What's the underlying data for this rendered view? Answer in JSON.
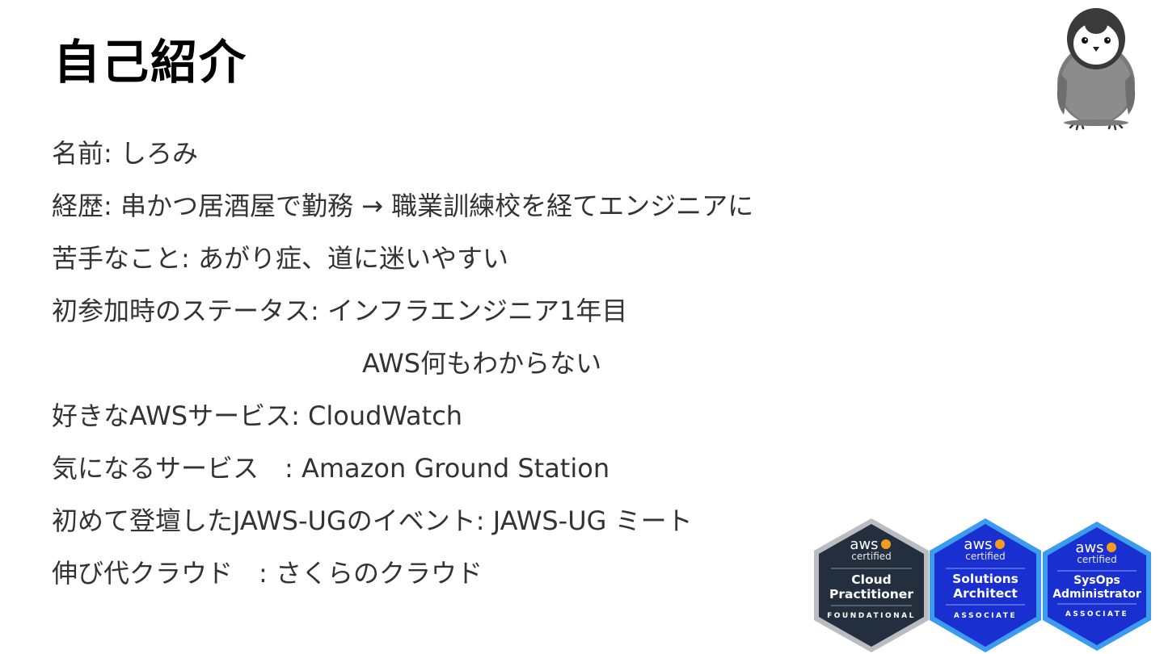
{
  "slide": {
    "title": "自己紹介",
    "lines": [
      "名前: しろみ",
      "経歴: 串かつ居酒屋で勤務 → 職業訓練校を経てエンジニアに",
      "苦手なこと: あがり症、道に迷いやすい",
      "初参加時のステータス: インフラエンジニア1年目",
      "AWS何もわからない",
      "好きなAWSサービス: CloudWatch",
      "気になるサービス　:  Amazon Ground Station",
      "初めて登壇したJAWS-UGのイベント: JAWS-UG ミート",
      "伸び代クラウド　:  さくらのクラウド"
    ]
  },
  "illustration": {
    "icon": "penguin-chick-illustration"
  },
  "badges": [
    {
      "brand": "aws",
      "certified": "certified",
      "name_lines": [
        "Cloud",
        "Practitioner"
      ],
      "level": "FOUNDATIONAL",
      "color": "#232f3e",
      "border": "#b9bcc0"
    },
    {
      "brand": "aws",
      "certified": "certified",
      "name_lines": [
        "Solutions",
        "Architect"
      ],
      "level": "ASSOCIATE",
      "color": "#1a2fd0",
      "border": "#3a9bf0"
    },
    {
      "brand": "aws",
      "certified": "certified",
      "name_lines": [
        "SysOps",
        "Administrator"
      ],
      "level": "ASSOCIATE",
      "color": "#1a2fd0",
      "border": "#3a9bf0"
    }
  ],
  "colors": {
    "check": "#f59b1d"
  }
}
